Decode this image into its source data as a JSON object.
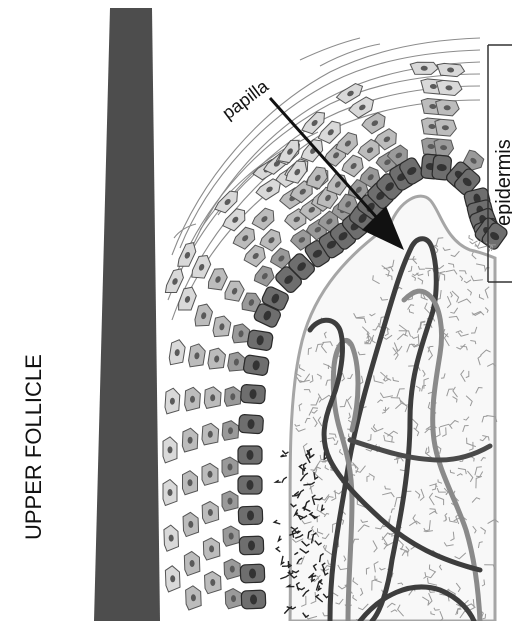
{
  "labels": {
    "region": "UPPER FOLLICLE",
    "papilla": "papilla",
    "epidermis": "epidermis"
  },
  "colors": {
    "shaft": "#4d4d4d",
    "outline": "#333333",
    "cell_dark": "#6e6e6e",
    "cell_mid": "#9a9a9a",
    "cell_light": "#bcbcbc",
    "cell_pale": "#d9d9d9",
    "nucleus": "#5a5a5a",
    "vessel_dark": "#3d3d3d",
    "vessel_light": "#8a8a8a",
    "fiber": "#9a9a9a"
  }
}
